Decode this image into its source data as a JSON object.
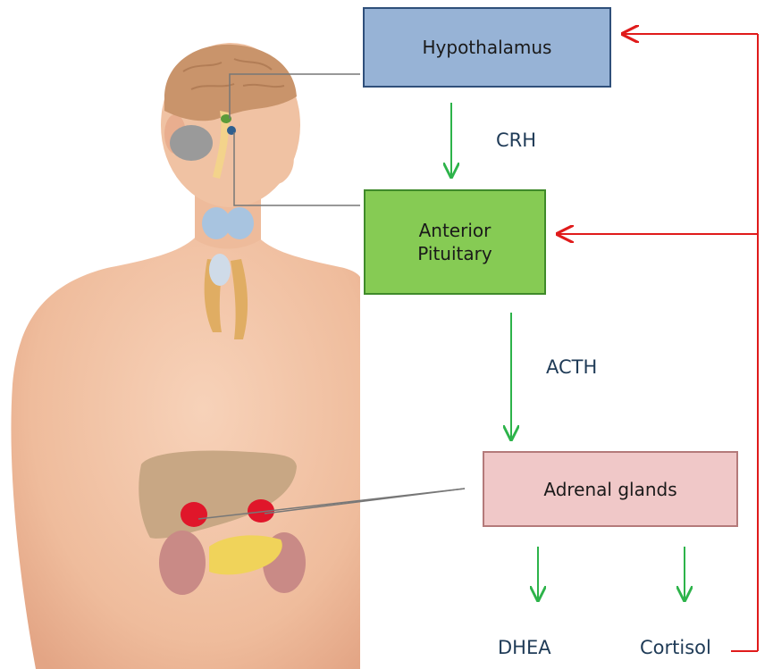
{
  "boxes": {
    "hypothalamus": {
      "label": "Hypothalamus",
      "color": "#97b3d6"
    },
    "pituitary": {
      "label_line1": "Anterior",
      "label_line2": "Pituitary",
      "color": "#86cb54"
    },
    "adrenal": {
      "label": "Adrenal glands",
      "color": "#f0c8c8"
    }
  },
  "hormones": {
    "crh": "CRH",
    "acth": "ACTH",
    "dhea": "DHEA",
    "cortisol": "Cortisol"
  },
  "colors": {
    "stimulation_arrow": "#2db34a",
    "feedback_arrow": "#e01b1b",
    "leader_line": "#777777",
    "skin": "#f2c3a5",
    "organ_adrenal": "#e0162a"
  }
}
